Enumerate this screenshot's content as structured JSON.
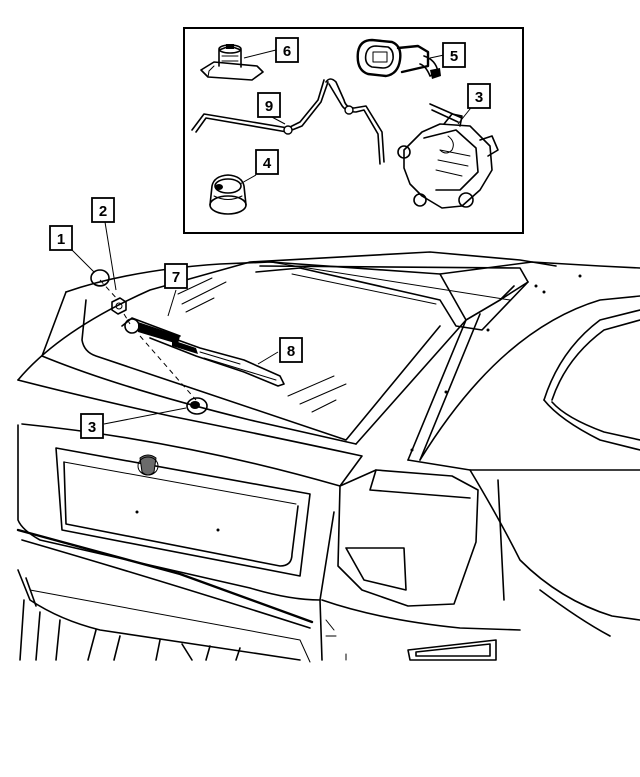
{
  "diagram": {
    "callouts": [
      {
        "id": "callout-1",
        "label": "1"
      },
      {
        "id": "callout-2",
        "label": "2"
      },
      {
        "id": "callout-3-upper",
        "label": "3"
      },
      {
        "id": "callout-3-lower",
        "label": "3"
      },
      {
        "id": "callout-4",
        "label": "4"
      },
      {
        "id": "callout-5",
        "label": "5"
      },
      {
        "id": "callout-6",
        "label": "6"
      },
      {
        "id": "callout-7",
        "label": "7"
      },
      {
        "id": "callout-8",
        "label": "8"
      },
      {
        "id": "callout-9",
        "label": "9"
      }
    ]
  }
}
